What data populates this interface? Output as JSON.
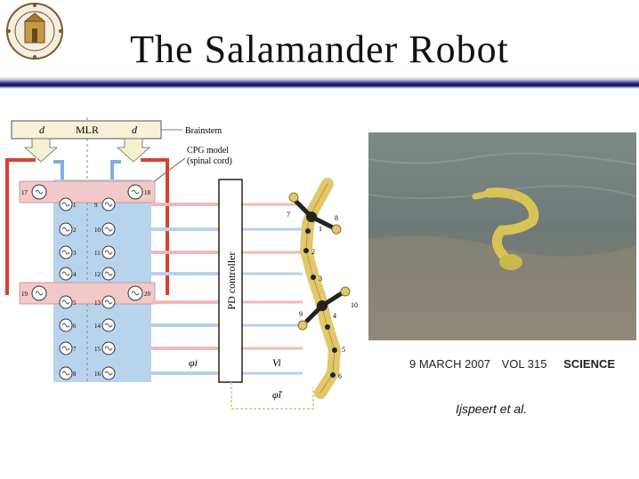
{
  "slide": {
    "title": "The Salamander Robot"
  },
  "diagram": {
    "brainstem_label": "Brainstem",
    "mlr_label": "MLR",
    "drive_symbol": "d",
    "cpg_label_line1": "CPG model",
    "cpg_label_line2": "(spinal cord)",
    "pd_controller_label": "PD controller",
    "phi_label": "φi",
    "v_label": "Vi",
    "phi_tilde_label": "φ̃i",
    "left_body_oscillators": [
      "1",
      "2",
      "3",
      "4",
      "5",
      "6",
      "7",
      "8"
    ],
    "right_body_oscillators": [
      "9",
      "10",
      "11",
      "12",
      "13",
      "14",
      "15",
      "16"
    ],
    "limb_oscillators": {
      "front_left": "17",
      "front_right": "18",
      "hind_left": "19",
      "hind_right": "20"
    },
    "robot_joints": [
      "1",
      "2",
      "3",
      "4",
      "5",
      "6"
    ],
    "robot_limbs": [
      "7",
      "8",
      "9",
      "10"
    ]
  },
  "photo": {
    "subject": "salamander-robot-swimming"
  },
  "journal": {
    "date": "9 MARCH 2007",
    "volume": "VOL 315",
    "name": "SCIENCE"
  },
  "citation": "Ijspeert et al."
}
